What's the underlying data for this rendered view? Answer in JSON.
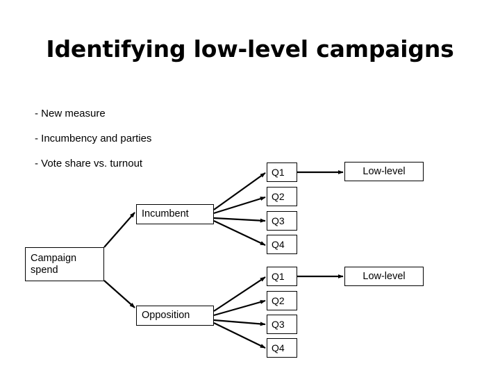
{
  "slide": {
    "title": "Identifying low-level campaigns",
    "background_color": "#ffffff",
    "text_color": "#000000"
  },
  "bullets": [
    {
      "text": "- New measure"
    },
    {
      "text": "- Incumbency and parties"
    },
    {
      "text": "- Vote share vs. turnout"
    }
  ],
  "diagram": {
    "root": {
      "label": "Campaign\nspend"
    },
    "branches": [
      {
        "label": "Incumbent",
        "quarters": [
          {
            "label": "Q1"
          },
          {
            "label": "Q2"
          },
          {
            "label": "Q3"
          },
          {
            "label": "Q4"
          }
        ],
        "outcome": {
          "label": "Low-level"
        }
      },
      {
        "label": "Opposition",
        "quarters": [
          {
            "label": "Q1"
          },
          {
            "label": "Q2"
          },
          {
            "label": "Q3"
          },
          {
            "label": "Q4"
          }
        ],
        "outcome": {
          "label": "Low-level"
        }
      }
    ]
  }
}
